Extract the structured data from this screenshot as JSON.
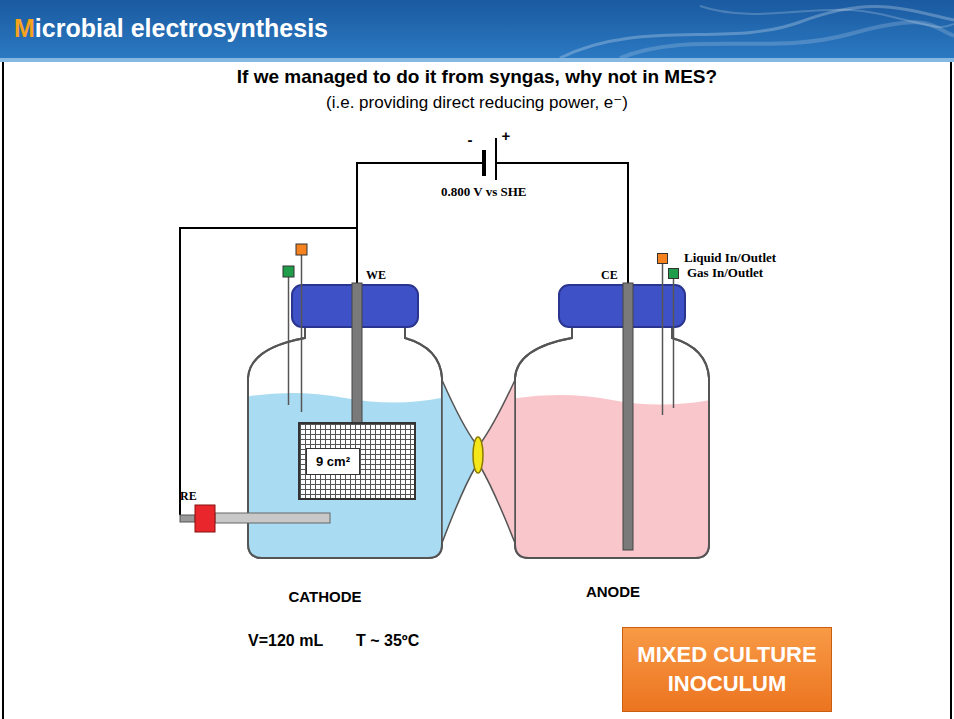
{
  "diagram": {
    "title": "Microbial electrosynthesis",
    "nodes": [
      {
        "text": [
          "CATHODE"
        ]
      },
      {
        "text": [
          "9 cm²"
        ],
        "in": 0
      },
      {
        "text": [
          "ANODE"
        ]
      },
      {
        "text": [
          "MIXED CULTURE INOCULUM"
        ]
      }
    ],
    "labels": [
      "If we managed to do it from syngas, why not in MES?",
      "(i.e. providing direct reducing power, e⁻)",
      "-",
      "+",
      "0.800 V vs SHE",
      "WE",
      "CE",
      "RE",
      "V=120 mL",
      "T ~ 35ºC"
    ],
    "legend": [
      {
        "text": "Liquid In/Outlet",
        "color": "#f5811f"
      },
      {
        "text": "Gas In/Outlet",
        "color": "#1f9d4b"
      }
    ]
  }
}
